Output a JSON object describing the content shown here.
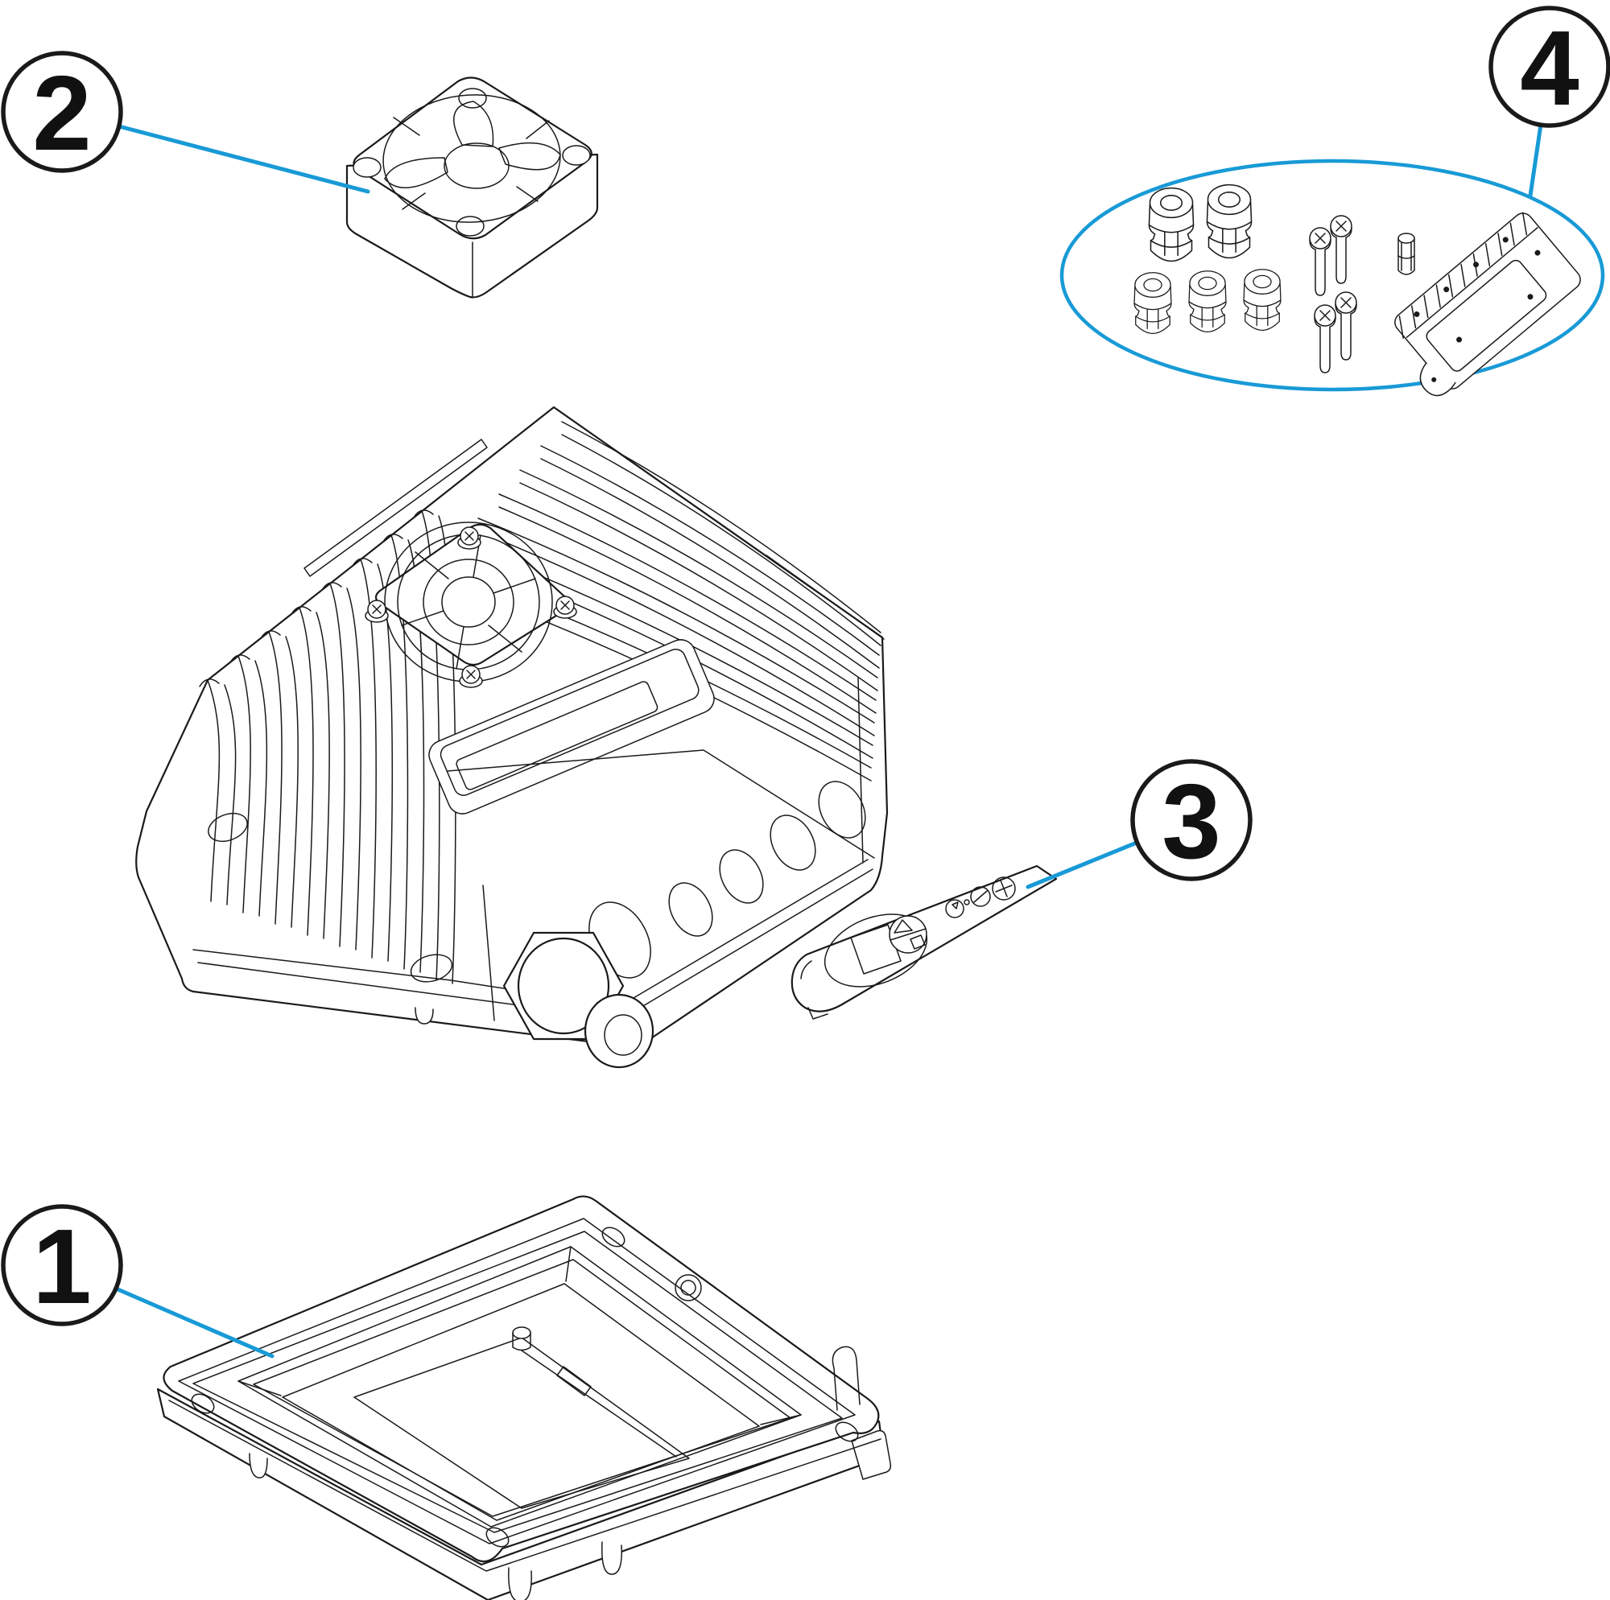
{
  "colors": {
    "background": "#ffffff",
    "line_art": "#1a1a1a",
    "leader_blue": "#189ad6"
  },
  "callouts": [
    {
      "label": "1"
    },
    {
      "label": "2"
    },
    {
      "label": "3"
    },
    {
      "label": "4"
    }
  ],
  "icons": {
    "panel_nav": [
      "triangle-up-icon",
      "stop-square-icon"
    ],
    "screw_heads": [
      "phillips-cross-icon",
      "slotted-screw-icon"
    ]
  }
}
